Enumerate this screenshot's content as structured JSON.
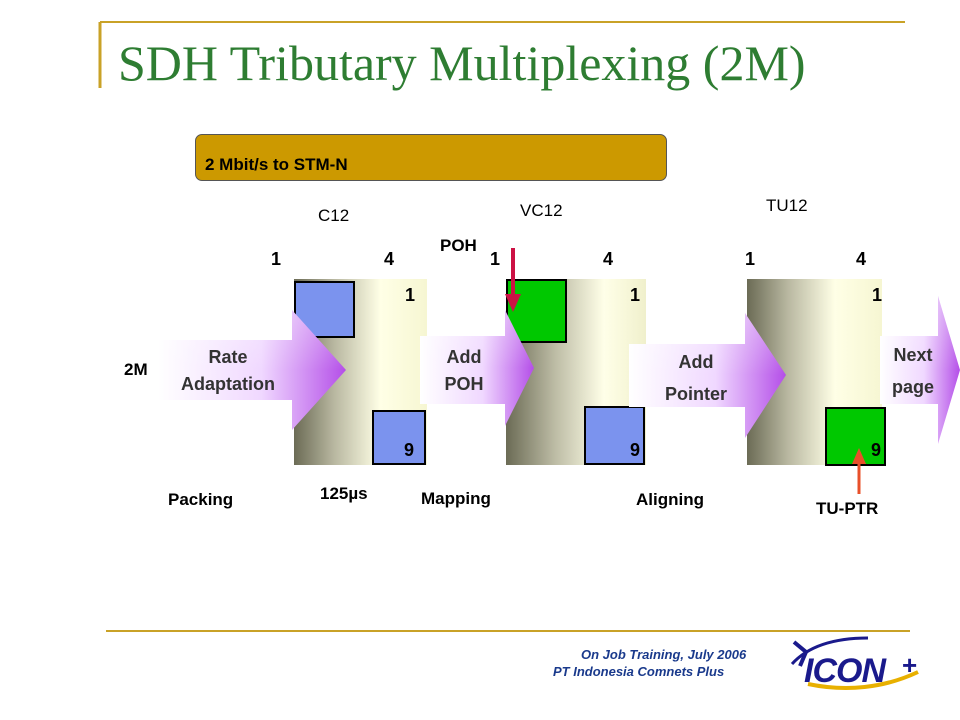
{
  "title": "SDH Tributary Multiplexing (2M)",
  "banner": "2 Mbit/s to STM-N",
  "containers": {
    "c12": "C12",
    "vc12": "VC12",
    "tu12": "TU12"
  },
  "col_labels": {
    "one": "1",
    "four": "4",
    "nine": "9"
  },
  "poh": "POH",
  "input_label": "2M",
  "arrows": {
    "rate_line1": "Rate",
    "rate_line2": "Adaptation",
    "poh_line1": "Add",
    "poh_line2": "POH",
    "ptr_line1": "Add",
    "ptr_line2": "Pointer",
    "next_line1": "Next",
    "next_line2": "page"
  },
  "steps": {
    "packing": "Packing",
    "period": "125µs",
    "mapping": "Mapping",
    "aligning": "Aligning",
    "tu_ptr": "TU-PTR"
  },
  "footer": {
    "line1": "On Job Training, July 2006",
    "line2": "PT Indonesia Comnets Plus"
  },
  "logo_text": "ICON+",
  "colors": {
    "title": "#2e7d32",
    "banner": "#cc9900",
    "frame_rule": "#c9a227",
    "blue_block": "#7b93ee",
    "green_block": "#00c800",
    "poh_arrow": "#cc1144",
    "tuptr_arrow": "#e8502a"
  }
}
